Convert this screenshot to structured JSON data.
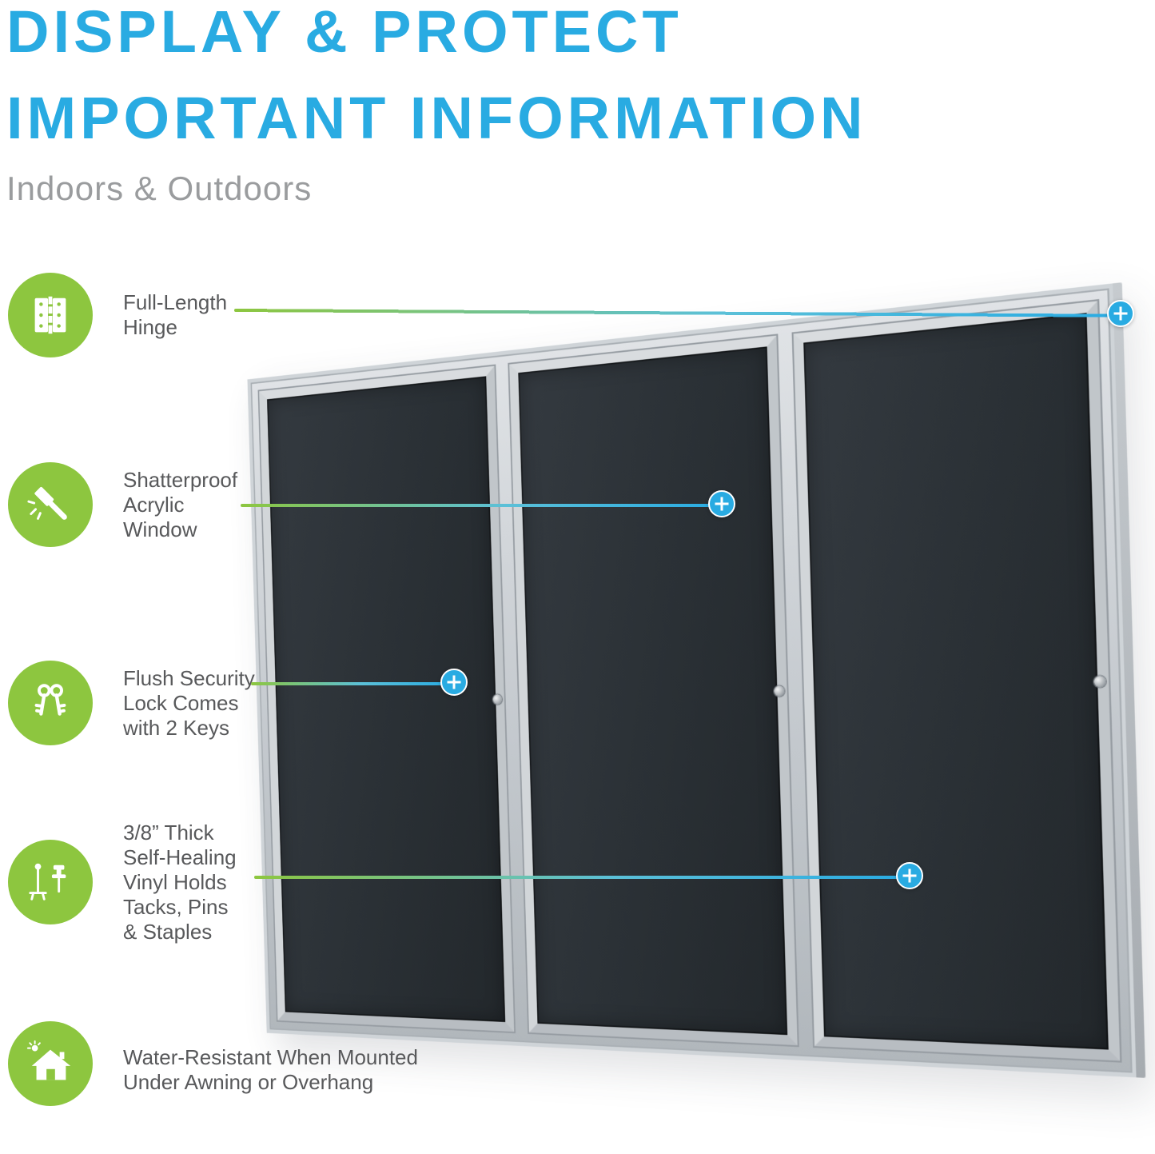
{
  "header": {
    "title_line1": "DISPLAY & PROTECT",
    "title_line2": "IMPORTANT INFORMATION",
    "subtitle": "Indoors & Outdoors"
  },
  "features": [
    {
      "icon": "hinge-icon",
      "lines": [
        "Full-Length",
        "Hinge"
      ]
    },
    {
      "icon": "shatterproof-hammer-icon",
      "lines": [
        "Shatterproof",
        "Acrylic",
        "Window"
      ]
    },
    {
      "icon": "security-keys-icon",
      "lines": [
        "Flush Security",
        "Lock Comes",
        "with 2 Keys"
      ]
    },
    {
      "icon": "pushpin-icon",
      "lines": [
        "3/8” Thick",
        "Self-Healing",
        "Vinyl Holds",
        "Tacks, Pins",
        "& Staples"
      ]
    },
    {
      "icon": "water-resistant-house-icon",
      "lines": [
        "Water-Resistant When Mounted",
        "Under Awning or Overhang"
      ]
    }
  ],
  "board": {
    "door_count": 3,
    "panel_color": "#2a3035",
    "frame_color": "#c9ced2"
  },
  "colors": {
    "title_cyan": "#29ABE2",
    "subtitle_gray": "#9A9C9E",
    "feature_text_gray": "#58595B",
    "icon_green": "#8DC63F",
    "callout_gradient_start": "#8DC63F",
    "callout_gradient_end": "#29ABE2"
  }
}
